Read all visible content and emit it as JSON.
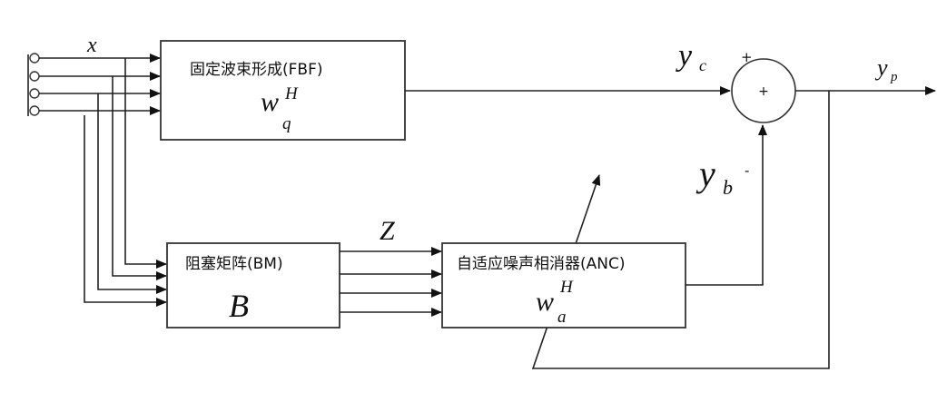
{
  "fbf": {
    "label": "固定波束形成(FBF)",
    "weight": "w",
    "weight_sub": "q",
    "weight_sup": "H"
  },
  "bm": {
    "label": "阻塞矩阵(BM)",
    "symbol": "B"
  },
  "anc": {
    "label": "自适应噪声相消器(ANC)",
    "weight": "w",
    "weight_sub": "a",
    "weight_sup": "H"
  },
  "signals": {
    "input": "x",
    "blocked": "Z",
    "yc": "y",
    "yc_sub": "c",
    "yc_sign": "+",
    "yb": "y",
    "yb_sub": "b",
    "yb_sign": "-",
    "yp": "y",
    "yp_sub": "p"
  },
  "summer": {
    "symbol": "+"
  }
}
